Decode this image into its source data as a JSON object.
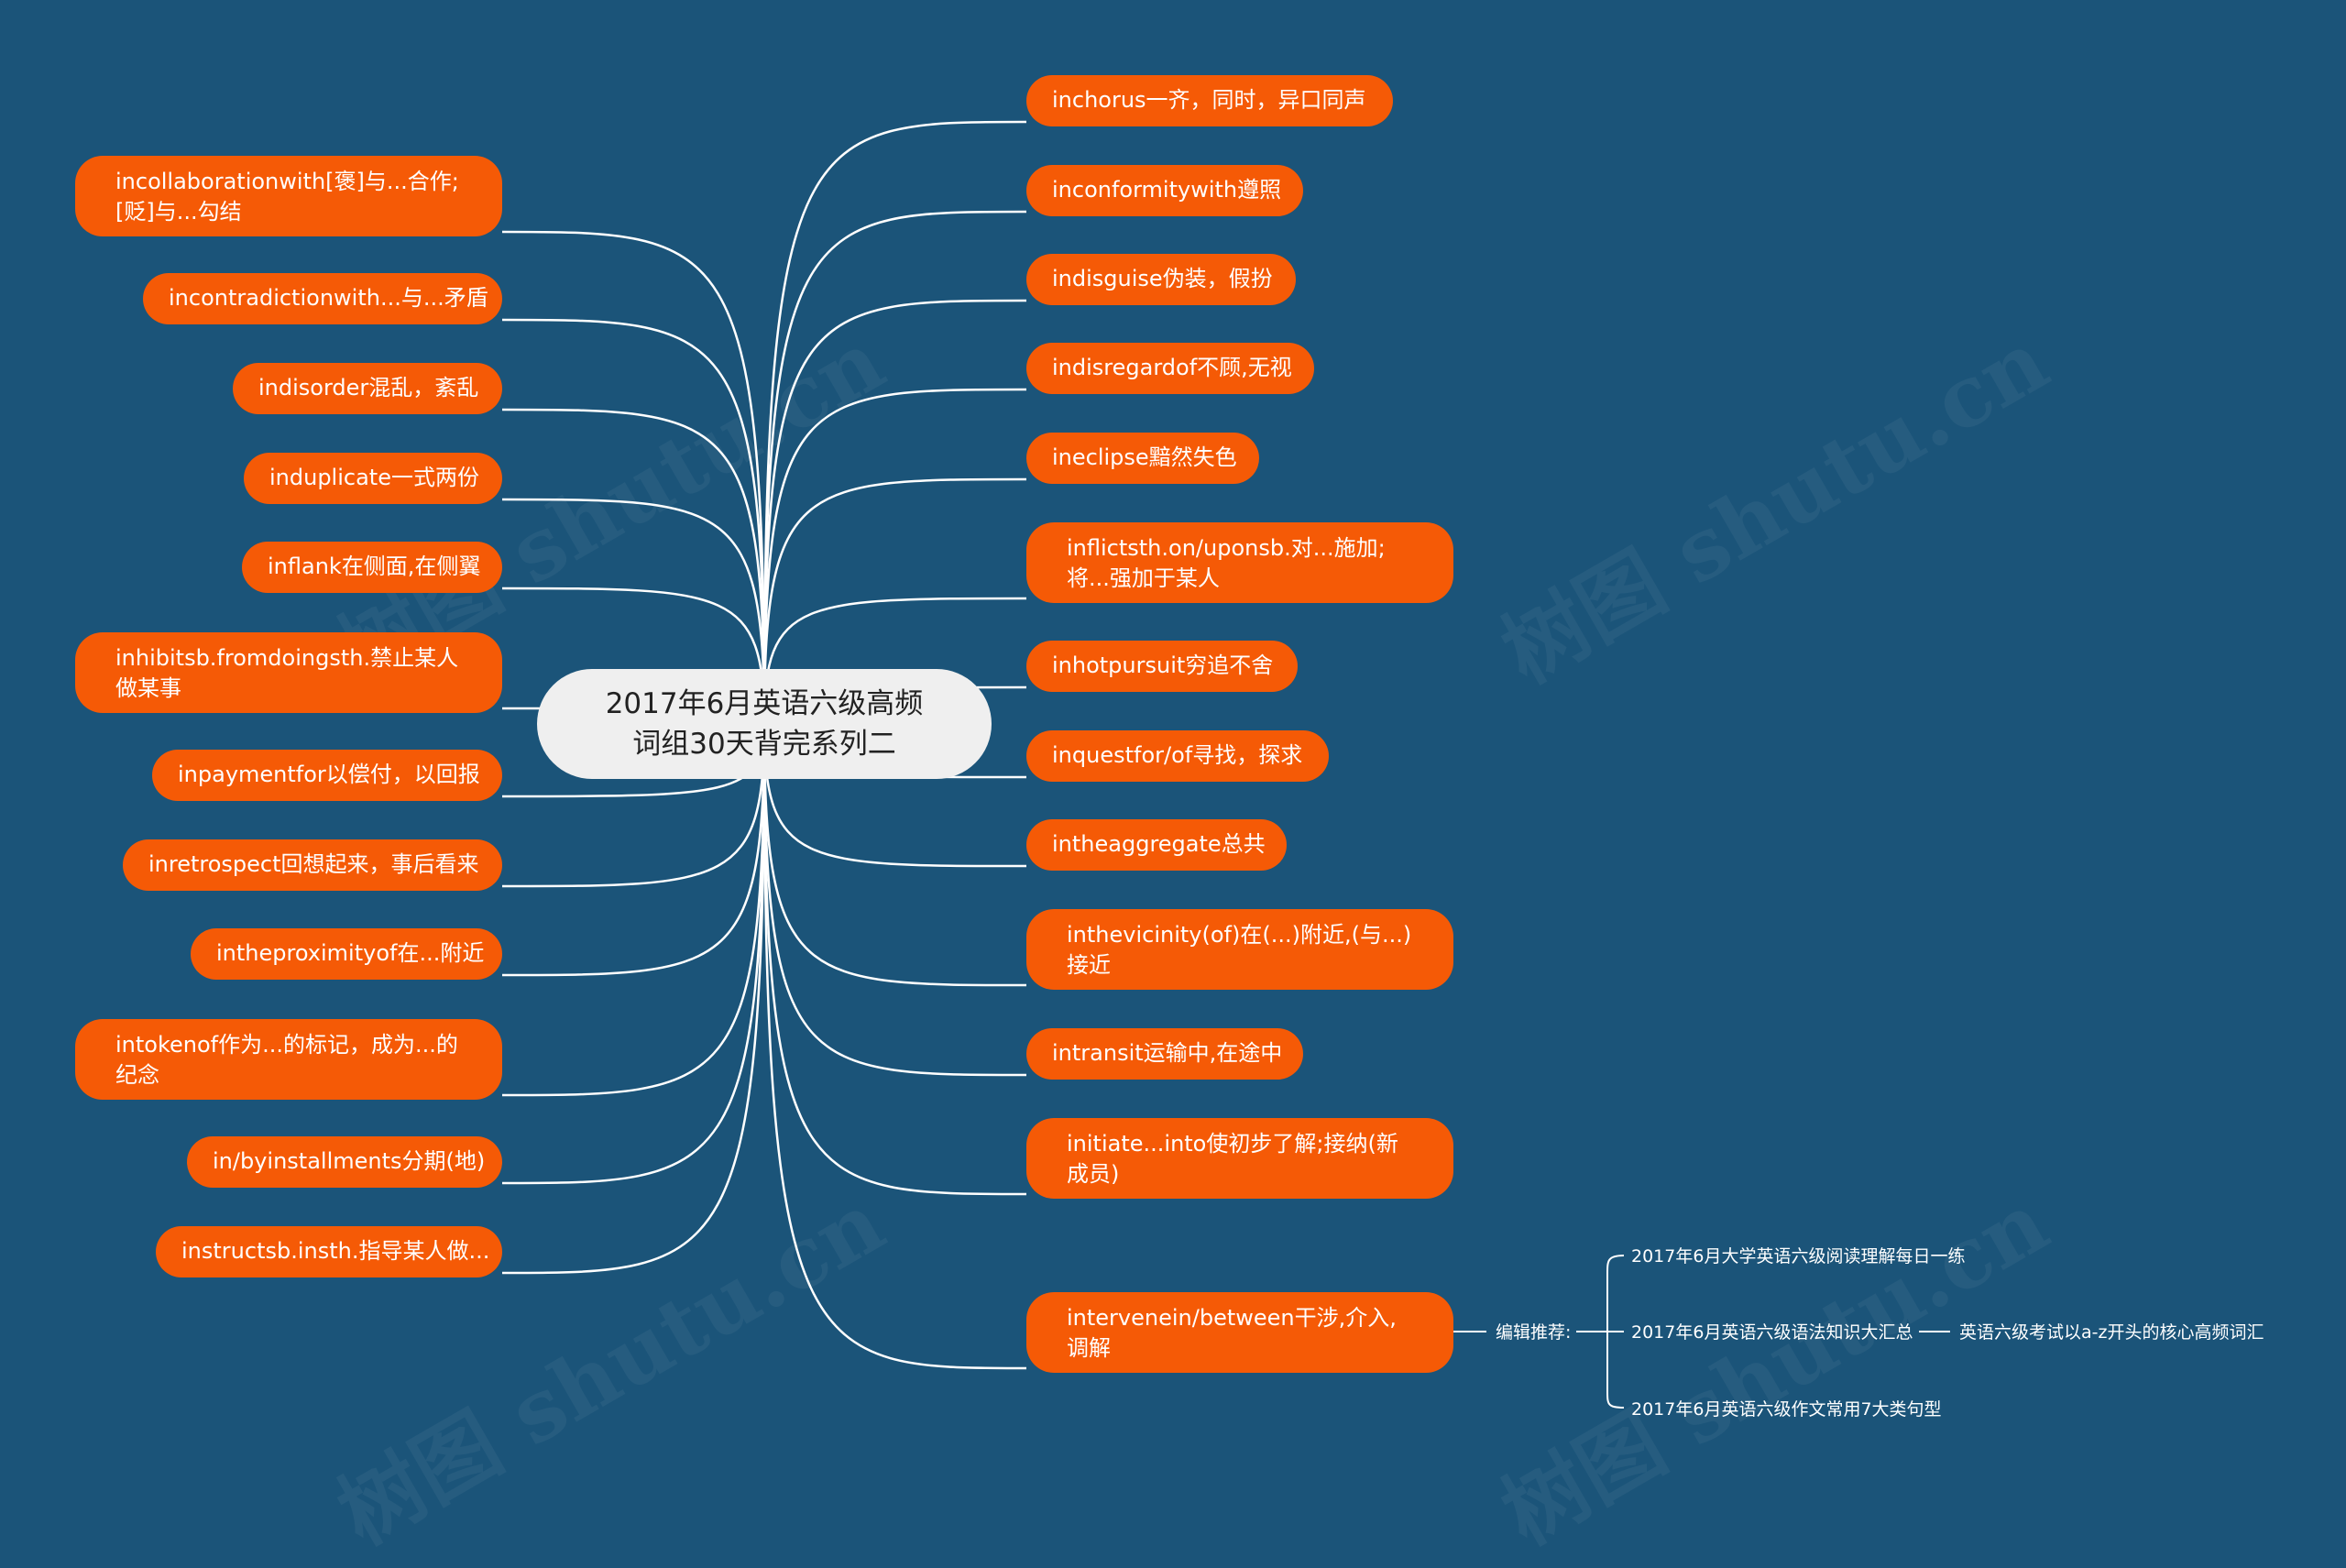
{
  "center": {
    "line1": "2017年6月英语六级高频",
    "line2": "词组30天背完系列二"
  },
  "left_nodes": [
    "incollaborationwith[褒]与...合作;[贬]与...勾结",
    "incontradictionwith...与...矛盾",
    "indisorder混乱，紊乱",
    "induplicate一式两份",
    "inflank在侧面,在侧翼",
    "inhibitsb.fromdoingsth.禁止某人做某事",
    "inpaymentfor以偿付，以回报",
    "inretrospect回想起来，事后看来",
    "intheproximityof在...附近",
    "intokenof作为...的标记，成为...的纪念",
    "in/byinstallments分期(地)",
    "instructsb.insth.指导某人做..."
  ],
  "right_nodes": [
    "inchorus一齐，同时，异口同声",
    "inconformitywith遵照",
    "indisguise伪装，假扮",
    "indisregardof不顾,无视",
    "ineclipse黯然失色",
    "inflictsth.on/uponsb.对...施加;将...强加于某人",
    "inhotpursuit穷追不舍",
    "inquestfor/of寻找，探求",
    "intheaggregate总共",
    "inthevicinity(of)在(...)附近,(与...)接近",
    "intransit运输中,在途中",
    "initiate...into使初步了解;接纳(新成员)",
    "intervenein/between干涉,介入,调解"
  ],
  "recommend": {
    "label": "编辑推荐:",
    "items": [
      "2017年6月大学英语六级阅读理解每日一练",
      "2017年6月英语六级语法知识大汇总",
      "2017年6月英语六级作文常用7大类句型"
    ],
    "extra": "英语六级考试以a-z开头的核心高频词汇"
  },
  "watermark": "树图 shutu.cn",
  "colors": {
    "background": "#1b5479",
    "node": "#f55a06",
    "center": "#efefef",
    "link": "#ffffff"
  }
}
